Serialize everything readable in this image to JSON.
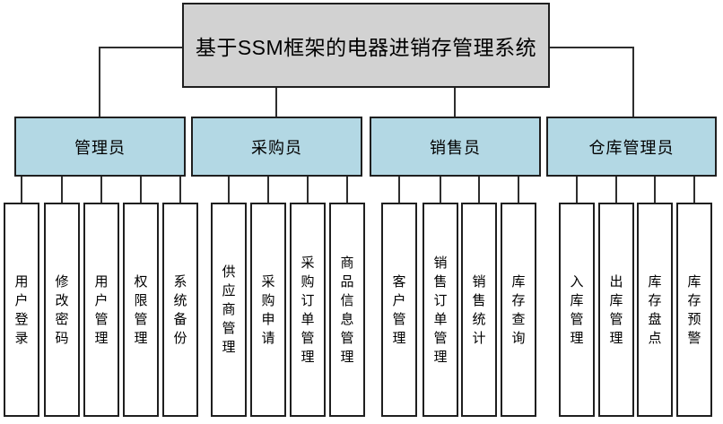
{
  "diagram": {
    "title": "基于SSM框架的电器进销存管理系统",
    "groups": [
      {
        "label": "管理员",
        "items": [
          "用户登录",
          "修改密码",
          "用户管理",
          "权限管理",
          "系统备份"
        ]
      },
      {
        "label": "采购员",
        "items": [
          "供应商管理",
          "采购申请",
          "采购订单管理",
          "商品信息管理"
        ]
      },
      {
        "label": "销售员",
        "items": [
          "客户管理",
          "销售订单管理",
          "销售统计",
          "库存查询"
        ]
      },
      {
        "label": "仓库管理员",
        "items": [
          "入库管理",
          "出库管理",
          "库存盘点",
          "库存预警"
        ]
      }
    ],
    "colors": {
      "root_fill": "#d2d2d2",
      "role_fill": "#b3d8e4",
      "leaf_fill": "#ffffff",
      "line": "#2e2e2e"
    }
  }
}
